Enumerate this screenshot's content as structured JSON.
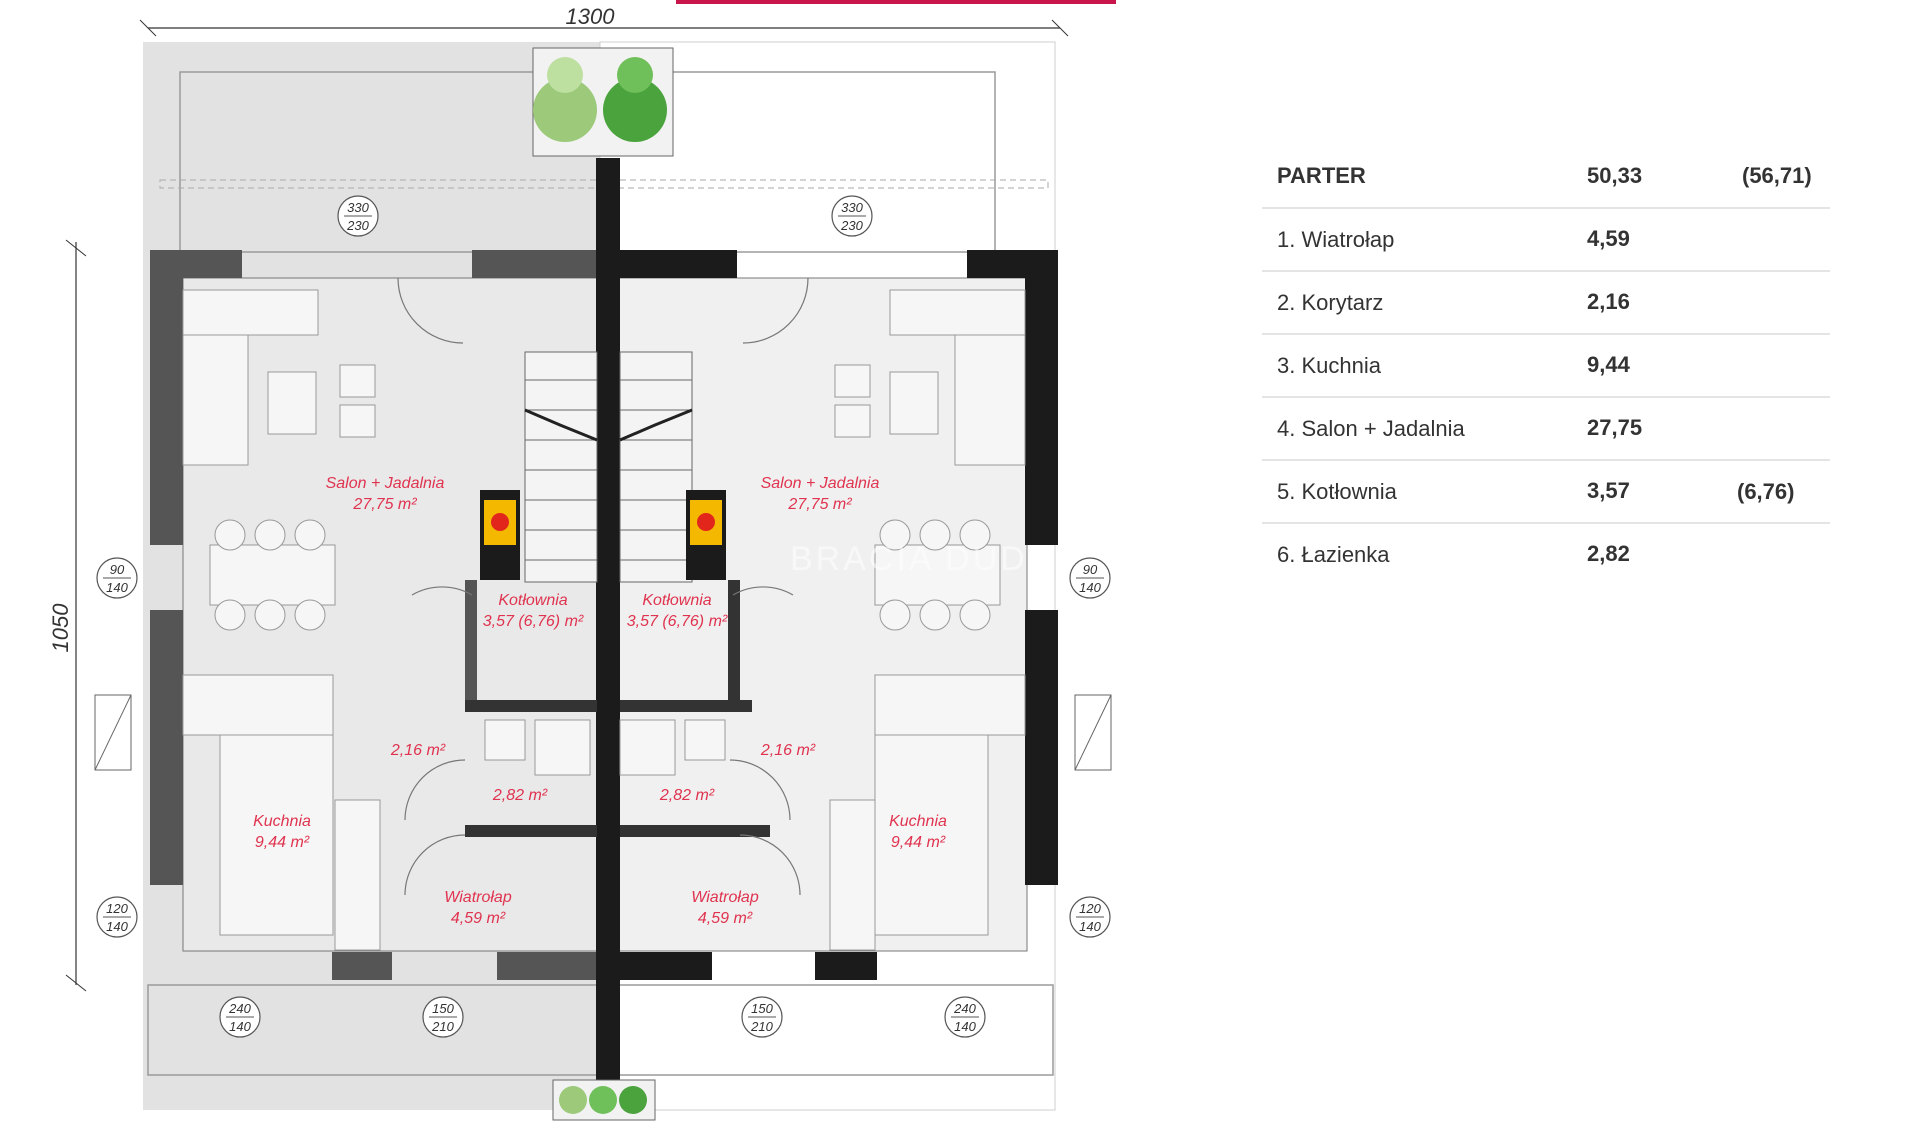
{
  "plan": {
    "dim_width": "1300",
    "dim_height": "1050",
    "watermark": "BRACIA DUDA",
    "rooms_left": [
      {
        "name": "Salon + Jadalnia",
        "area": "27,75 m²"
      },
      {
        "name": "Kotłownia",
        "area": "3,57 (6,76) m²"
      },
      {
        "name": "Kuchnia",
        "area": "9,44 m²"
      },
      {
        "name": "Wiatrołap",
        "area": "4,59 m²"
      },
      {
        "area": "2,16 m²"
      },
      {
        "area": "2,82 m²"
      }
    ],
    "rooms_right": [
      {
        "name": "Salon + Jadalnia",
        "area": "27,75 m²"
      },
      {
        "name": "Kotłownia",
        "area": "3,57 (6,76) m²"
      },
      {
        "name": "Kuchnia",
        "area": "9,44 m²"
      },
      {
        "name": "Wiatrołap",
        "area": "4,59 m²"
      },
      {
        "area": "2,16 m²"
      },
      {
        "area": "2,82 m²"
      }
    ],
    "window_tags": [
      {
        "top": "330",
        "bottom": "230"
      },
      {
        "top": "330",
        "bottom": "230"
      },
      {
        "top": "90",
        "bottom": "140"
      },
      {
        "top": "90",
        "bottom": "140"
      },
      {
        "top": "120",
        "bottom": "140"
      },
      {
        "top": "120",
        "bottom": "140"
      },
      {
        "top": "240",
        "bottom": "140"
      },
      {
        "top": "150",
        "bottom": "210"
      },
      {
        "top": "150",
        "bottom": "210"
      },
      {
        "top": "240",
        "bottom": "140"
      }
    ]
  },
  "table": {
    "header": {
      "label": "PARTER",
      "value": "50,33",
      "extra": "(56,71)"
    },
    "rows": [
      {
        "label": "1. Wiatrołap",
        "value": "4,59",
        "extra": ""
      },
      {
        "label": "2. Korytarz",
        "value": "2,16",
        "extra": ""
      },
      {
        "label": "3. Kuchnia",
        "value": "9,44",
        "extra": ""
      },
      {
        "label": "4. Salon + Jadalnia",
        "value": "27,75",
        "extra": ""
      },
      {
        "label": "5. Kotłownia",
        "value": "3,57",
        "extra": "(6,76)"
      },
      {
        "label": "6. Łazienka",
        "value": "2,82",
        "extra": ""
      }
    ]
  },
  "colors": {
    "accent": "#c8164b",
    "room_label": "#e0334f",
    "wall_dark": "#1b1b1b",
    "wall_grey": "#555555"
  }
}
